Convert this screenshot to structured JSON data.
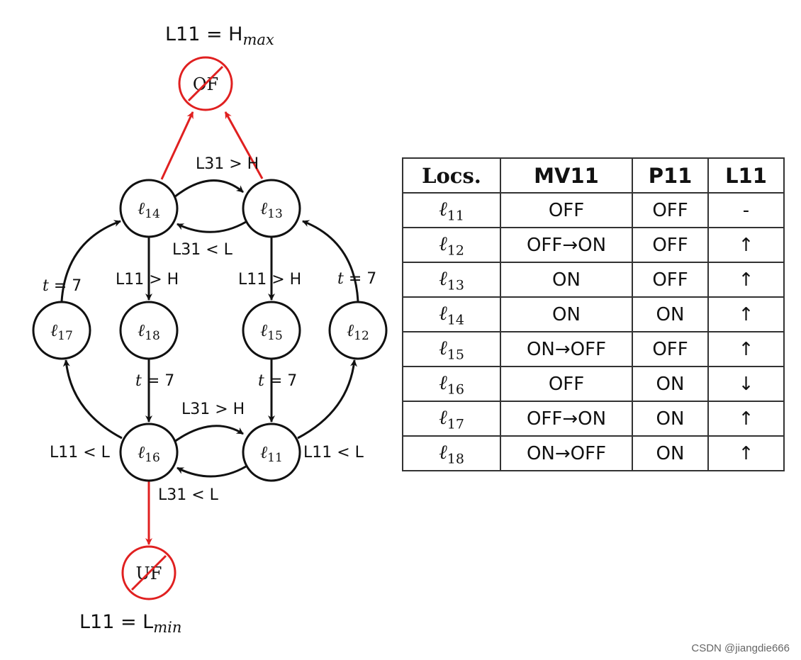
{
  "diagram": {
    "top_condition": {
      "base": "L11 = H",
      "sub": "max"
    },
    "bottom_condition": {
      "base": "L11 = L",
      "sub": "min"
    },
    "sinks": {
      "top": "OF",
      "bottom": "UF"
    },
    "nodes": {
      "n14": {
        "base": "ℓ",
        "sub": "14"
      },
      "n13": {
        "base": "ℓ",
        "sub": "13"
      },
      "n17": {
        "base": "ℓ",
        "sub": "17"
      },
      "n18": {
        "base": "ℓ",
        "sub": "18"
      },
      "n15": {
        "base": "ℓ",
        "sub": "15"
      },
      "n12": {
        "base": "ℓ",
        "sub": "12"
      },
      "n16": {
        "base": "ℓ",
        "sub": "16"
      },
      "n11": {
        "base": "ℓ",
        "sub": "11"
      }
    },
    "edge_labels": {
      "e14_13": "L31 > H",
      "e13_14": "L31 < L",
      "e14_18": "L11 > H",
      "e13_15": "L11 > H",
      "e17_14": {
        "var": "t",
        "rest": " = 7"
      },
      "e12_13": {
        "var": "t",
        "rest": " = 7"
      },
      "e18_16": {
        "var": "t",
        "rest": " = 7"
      },
      "e15_11": {
        "var": "t",
        "rest": " = 7"
      },
      "e16_11": "L31 > H",
      "e11_16": "L31 < L",
      "e16_17": "L11 < L",
      "e11_12": "L11 < L"
    },
    "colors": {
      "sink": "#e02020",
      "edge": "#111111"
    }
  },
  "table": {
    "headers": [
      "Locs.",
      "MV11",
      "P11",
      "L11"
    ],
    "rows": [
      {
        "loc": {
          "base": "ℓ",
          "sub": "11"
        },
        "mv11": "OFF",
        "p11": "OFF",
        "l11": "-"
      },
      {
        "loc": {
          "base": "ℓ",
          "sub": "12"
        },
        "mv11": "OFF→ON",
        "p11": "OFF",
        "l11": "↑"
      },
      {
        "loc": {
          "base": "ℓ",
          "sub": "13"
        },
        "mv11": "ON",
        "p11": "OFF",
        "l11": "↑"
      },
      {
        "loc": {
          "base": "ℓ",
          "sub": "14"
        },
        "mv11": "ON",
        "p11": "ON",
        "l11": "↑"
      },
      {
        "loc": {
          "base": "ℓ",
          "sub": "15"
        },
        "mv11": "ON→OFF",
        "p11": "OFF",
        "l11": "↑"
      },
      {
        "loc": {
          "base": "ℓ",
          "sub": "16"
        },
        "mv11": "OFF",
        "p11": "ON",
        "l11": "↓"
      },
      {
        "loc": {
          "base": "ℓ",
          "sub": "17"
        },
        "mv11": "OFF→ON",
        "p11": "ON",
        "l11": "↑"
      },
      {
        "loc": {
          "base": "ℓ",
          "sub": "18"
        },
        "mv11": "ON→OFF",
        "p11": "ON",
        "l11": "↑"
      }
    ]
  },
  "watermark": "CSDN @jiangdie666"
}
